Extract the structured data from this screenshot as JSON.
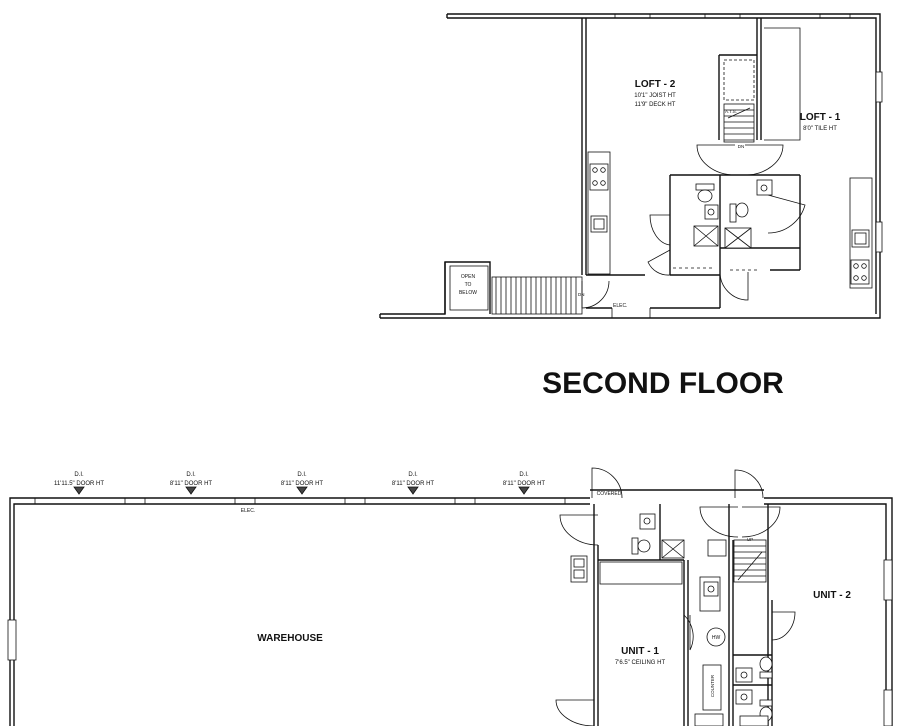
{
  "title": "SECOND FLOOR",
  "second_floor": {
    "loft2": {
      "name": "LOFT - 2",
      "joist_ht": "10'1\" JOIST HT",
      "deck_ht": "11'9\" DECK HT"
    },
    "loft1": {
      "name": "LOFT - 1",
      "tile_ht": "8'0\" TILE HT"
    },
    "open_to_below": [
      "OPEN",
      "TO",
      "BELOW"
    ],
    "elec": "ELEC.",
    "dn_stair": "DN",
    "dn_small": "DN",
    "ats": "A.T.S."
  },
  "first_floor": {
    "doors": [
      {
        "label": "D.I.",
        "height": "11'11.5\" DOOR HT"
      },
      {
        "label": "D.I.",
        "height": "8'11\" DOOR HT"
      },
      {
        "label": "D.I.",
        "height": "8'11\" DOOR HT"
      },
      {
        "label": "D.I.",
        "height": "8'11\" DOOR HT"
      },
      {
        "label": "D.I.",
        "height": "8'11\" DOOR HT"
      }
    ],
    "covered": "COVERED",
    "elec": "ELEC.",
    "warehouse": "WAREHOUSE",
    "unit1": {
      "name": "UNIT - 1",
      "ceiling": "7'6.5\" CEILING HT"
    },
    "unit2": "UNIT - 2",
    "up": "UP",
    "hw": "HW",
    "counter": "COUNTER"
  }
}
